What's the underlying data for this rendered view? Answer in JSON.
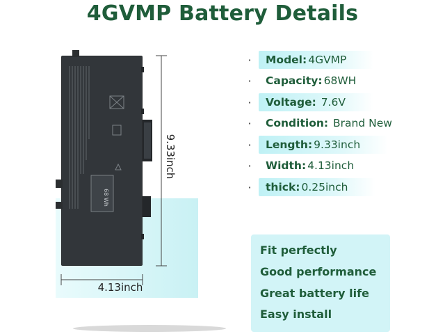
{
  "title": "4GVMP Battery Details",
  "dimensions": {
    "height_label": "9.33inch",
    "width_label": "4.13inch"
  },
  "battery_label": {
    "capacity_text": "68 Wh"
  },
  "specs": [
    {
      "label": "Model:",
      "value": "4GVMP",
      "highlighted": true
    },
    {
      "label": "Capacity:",
      "value": "68WH",
      "highlighted": false
    },
    {
      "label": "Voltage:",
      "value": " 7.6V",
      "highlighted": true
    },
    {
      "label": "Condition:",
      "value": " Brand New",
      "highlighted": false
    },
    {
      "label": "Length:",
      "value": "9.33inch",
      "highlighted": true
    },
    {
      "label": "Width:",
      "value": "4.13inch",
      "highlighted": false
    },
    {
      "label": "thick:",
      "value": "0.25inch",
      "highlighted": true
    }
  ],
  "features": [
    "Fit perfectly",
    "Good performance",
    "Great battery life",
    "Easy install"
  ],
  "colors": {
    "title_green": "#1f5d3a",
    "pill_cyan": "#bff1f5",
    "feature_box": "#d2f4f7",
    "battery_body": "#2b2e30"
  }
}
